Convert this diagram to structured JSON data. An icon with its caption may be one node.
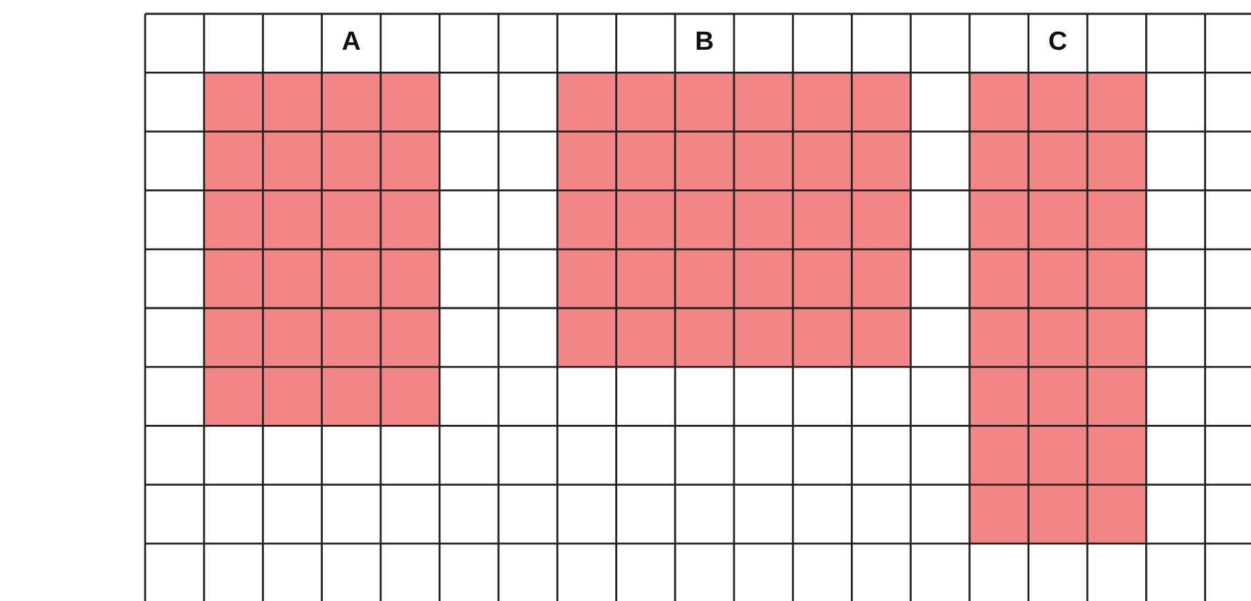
{
  "diagram": {
    "nodes": [
      {
        "text": [
          "A"
        ]
      },
      {
        "text": [
          "B"
        ]
      },
      {
        "text": [
          "C"
        ]
      }
    ]
  }
}
